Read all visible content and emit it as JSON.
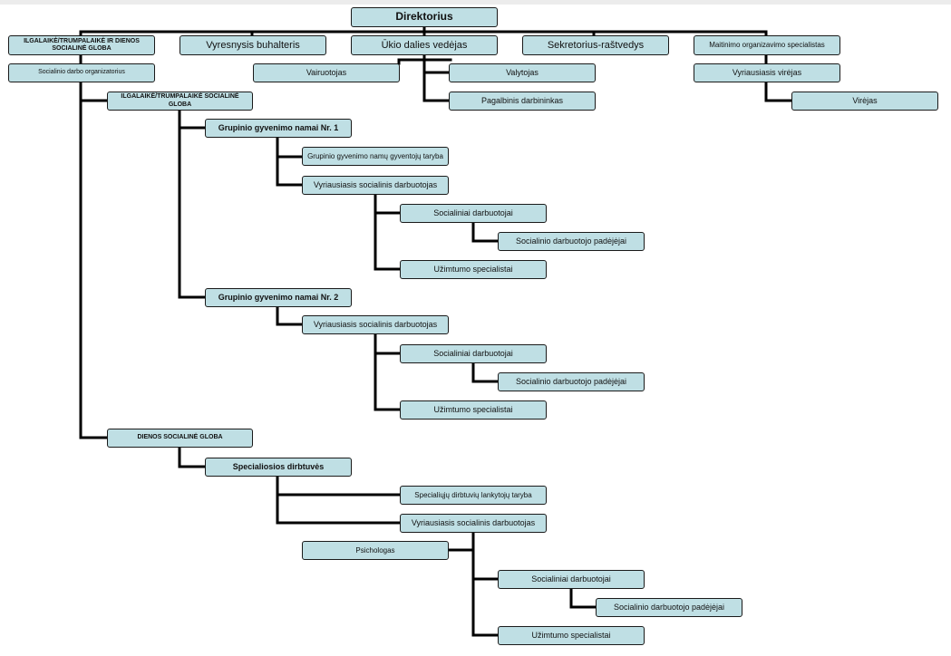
{
  "nodes": {
    "director": "Direktorius",
    "care_long_short_day": "ILGALAIKĖ/TRUMPALAIKĖ IR DIENOS SOCIALINĖ GLOBA",
    "chief_accountant": "Vyresnysis buhalteris",
    "facilities_manager": "Ūkio dalies vedėjas",
    "secretary": "Sekretorius-raštvedys",
    "catering_specialist": "Maitinimo organizavimo specialistas",
    "social_work_organizer": "Socialinio darbo organizatorius",
    "driver": "Vairuotojas",
    "cleaner": "Valytojas",
    "auxiliary_worker": "Pagalbinis darbininkas",
    "head_cook": "Vyriausiasis virėjas",
    "cook": "Virėjas",
    "long_short_care": "ILGALAIKĖ/TRUMPALAIKĖ SOCIALINĖ GLOBA",
    "group_home_1": "Grupinio gyvenimo namai Nr. 1",
    "gh1_residents_council": "Grupinio gyvenimo namų gyventojų taryba",
    "gh1_senior_social_worker": "Vyriausiasis socialinis darbuotojas",
    "gh1_social_workers": "Socialiniai darbuotojai",
    "gh1_social_worker_assistants": "Socialinio darbuotojo padėjėjai",
    "gh1_employment_specialists": "Užimtumo specialistai",
    "group_home_2": "Grupinio gyvenimo namai Nr. 2",
    "gh2_senior_social_worker": "Vyriausiasis socialinis darbuotojas",
    "gh2_social_workers": "Socialiniai darbuotojai",
    "gh2_social_worker_assistants": "Socialinio darbuotojo padėjėjai",
    "gh2_employment_specialists": "Užimtumo specialistai",
    "day_care": "DIENOS SOCIALINĖ GLOBA",
    "special_workshops": "Specialiosios dirbtuvės",
    "sw_visitors_council": "Specialiųjų dirbtuvių lankytojų taryba",
    "sw_senior_social_worker": "Vyriausiasis socialinis darbuotojas",
    "psychologist": "Psichologas",
    "sw_social_workers": "Socialiniai darbuotojai",
    "sw_social_worker_assistants": "Socialinio darbuotojo padėjėjai",
    "sw_employment_specialists": "Užimtumo specialistai"
  },
  "colors": {
    "box_fill": "#bfdfe4",
    "box_border": "#1a1a1a",
    "connector": "#000000"
  }
}
